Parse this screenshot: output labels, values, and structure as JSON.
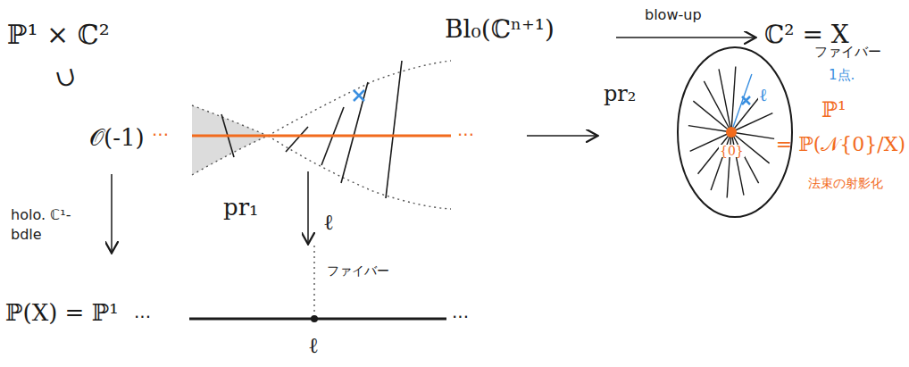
{
  "diagram": {
    "nodes": [
      {
        "text": [
          "{0}",
          "ℓ"
        ]
      }
    ],
    "labels": [
      "ℙ¹ × ℂ²",
      "∪",
      "Bl₀(ℂⁿ⁺¹)",
      "blow-up",
      "ℂ² = X",
      "ファイバー",
      "1点.",
      "ℙ¹",
      "= ℙ(𝒩{0}/X)",
      "法束の射影化",
      "pr₂",
      "𝒪(-1)",
      "holo. ℂ¹-bdle",
      "pr₁",
      "ℓ",
      "ファイバー",
      "ℙ(X) = ℙ¹",
      "···",
      "ℓ",
      "···",
      "···",
      "···"
    ]
  }
}
